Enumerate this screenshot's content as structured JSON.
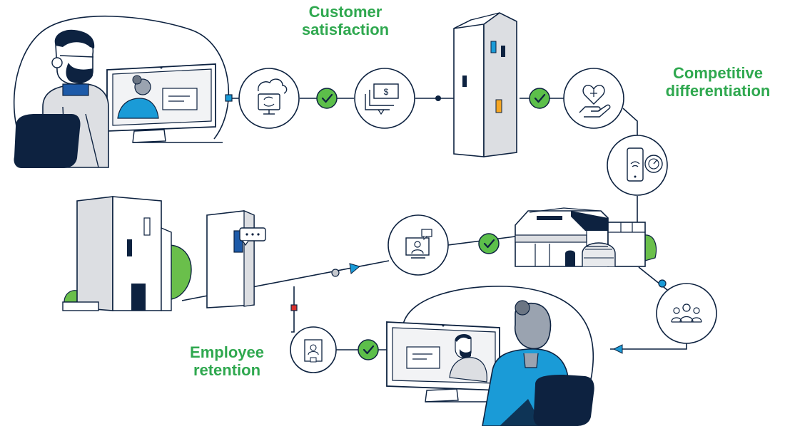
{
  "labels": {
    "customer_satisfaction": [
      "Customer",
      "satisfaction"
    ],
    "competitive_differentiation": [
      "Competitive",
      "differentiation"
    ],
    "employee_retention": [
      "Employee",
      "retention"
    ]
  },
  "icons": {
    "cloud_sync": "cloud-sync-icon",
    "payment": "payment-icon",
    "heart_hand": "heart-hand-icon",
    "phone_speed": "phone-speed-icon",
    "group": "group-icon",
    "video_call": "video-call-icon",
    "id_badge": "id-badge-icon",
    "checkmark": "checkmark-icon"
  },
  "colors": {
    "label_green": "#2fa84f",
    "check_green": "#5cbf4a",
    "navy": "#0d2240",
    "blue": "#1a9bd7",
    "accent_orange": "#f5a623",
    "accent_red": "#d9302c",
    "plant_green": "#6abf4b"
  }
}
